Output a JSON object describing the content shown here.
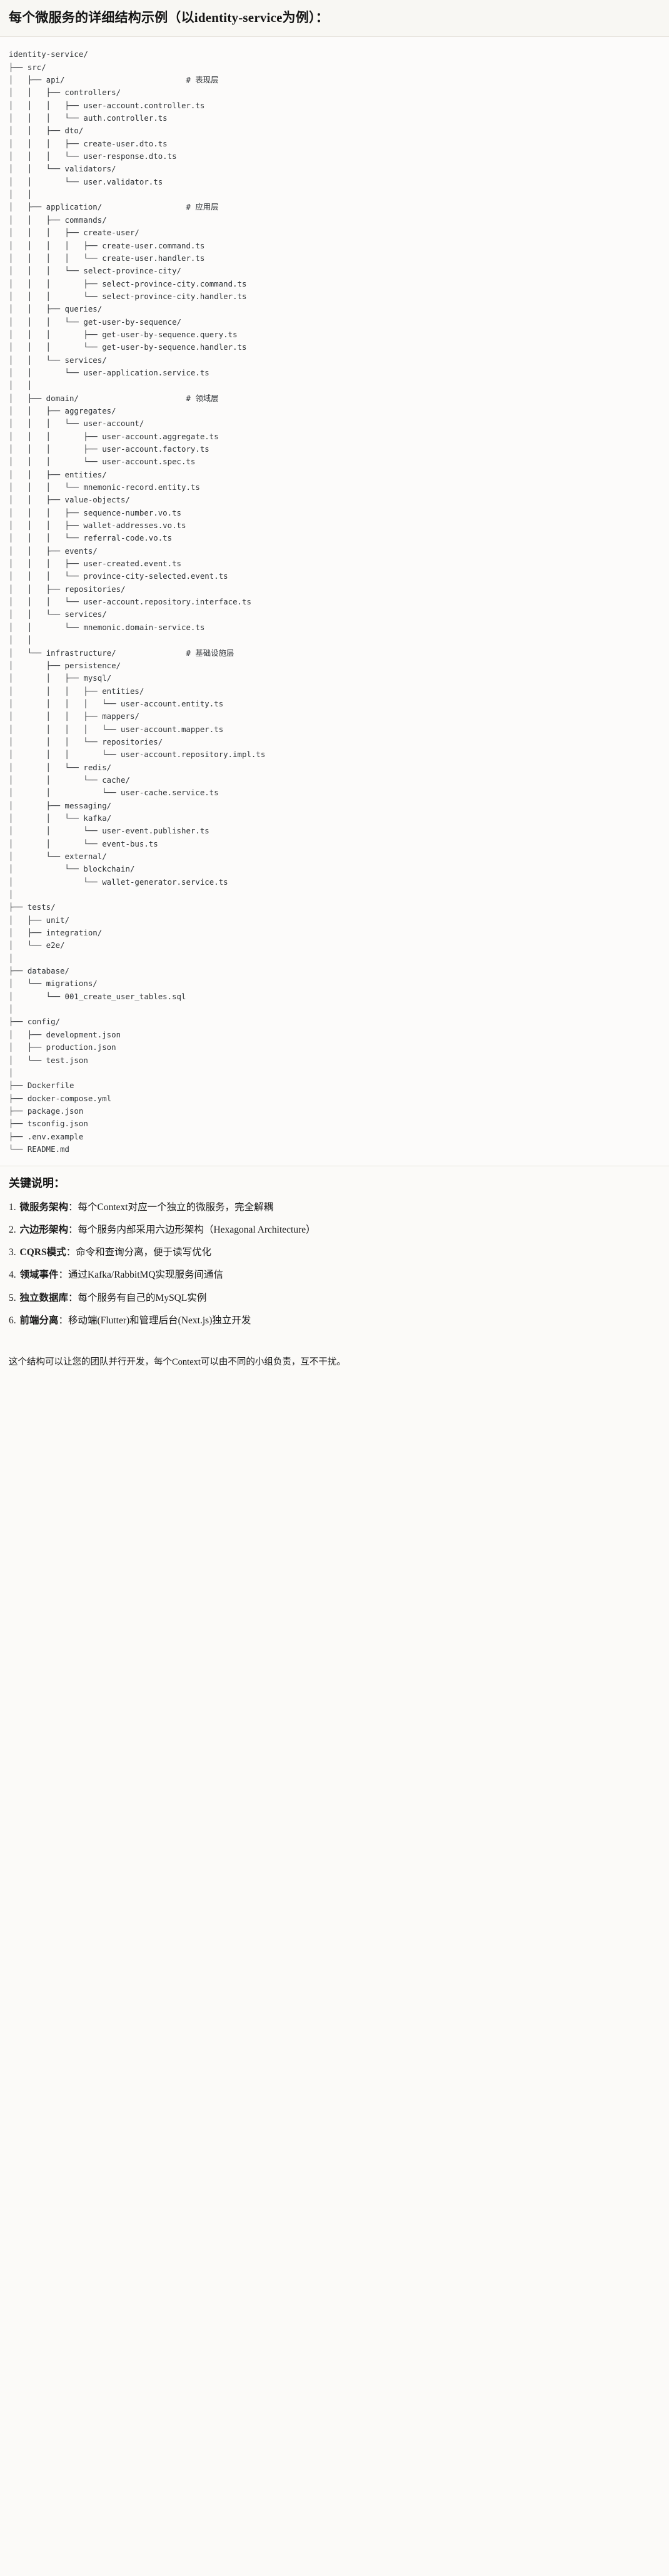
{
  "header": {
    "title": "每个微服务的详细结构示例（以identity-service为例）："
  },
  "tree": {
    "root": "identity-service/",
    "text": "identity-service/\n├── src/\n│   ├── api/                          # 表现层\n│   │   ├── controllers/\n│   │   │   ├── user-account.controller.ts\n│   │   │   └── auth.controller.ts\n│   │   ├── dto/\n│   │   │   ├── create-user.dto.ts\n│   │   │   └── user-response.dto.ts\n│   │   └── validators/\n│   │       └── user.validator.ts\n│   │\n│   ├── application/                  # 应用层\n│   │   ├── commands/\n│   │   │   ├── create-user/\n│   │   │   │   ├── create-user.command.ts\n│   │   │   │   └── create-user.handler.ts\n│   │   │   └── select-province-city/\n│   │   │       ├── select-province-city.command.ts\n│   │   │       └── select-province-city.handler.ts\n│   │   ├── queries/\n│   │   │   └── get-user-by-sequence/\n│   │   │       ├── get-user-by-sequence.query.ts\n│   │   │       └── get-user-by-sequence.handler.ts\n│   │   └── services/\n│   │       └── user-application.service.ts\n│   │\n│   ├── domain/                       # 领域层\n│   │   ├── aggregates/\n│   │   │   └── user-account/\n│   │   │       ├── user-account.aggregate.ts\n│   │   │       ├── user-account.factory.ts\n│   │   │       └── user-account.spec.ts\n│   │   ├── entities/\n│   │   │   └── mnemonic-record.entity.ts\n│   │   ├── value-objects/\n│   │   │   ├── sequence-number.vo.ts\n│   │   │   ├── wallet-addresses.vo.ts\n│   │   │   └── referral-code.vo.ts\n│   │   ├── events/\n│   │   │   ├── user-created.event.ts\n│   │   │   └── province-city-selected.event.ts\n│   │   ├── repositories/\n│   │   │   └── user-account.repository.interface.ts\n│   │   └── services/\n│   │       └── mnemonic.domain-service.ts\n│   │\n│   └── infrastructure/               # 基础设施层\n│       ├── persistence/\n│       │   ├── mysql/\n│       │   │   ├── entities/\n│       │   │   │   └── user-account.entity.ts\n│       │   │   ├── mappers/\n│       │   │   │   └── user-account.mapper.ts\n│       │   │   └── repositories/\n│       │   │       └── user-account.repository.impl.ts\n│       │   └── redis/\n│       │       └── cache/\n│       │           └── user-cache.service.ts\n│       ├── messaging/\n│       │   └── kafka/\n│       │       └── user-event.publisher.ts\n│       │       └── event-bus.ts\n│       └── external/\n│           └── blockchain/\n│               └── wallet-generator.service.ts\n│\n├── tests/\n│   ├── unit/\n│   ├── integration/\n│   └── e2e/\n│\n├── database/\n│   └── migrations/\n│       └── 001_create_user_tables.sql\n│\n├── config/\n│   ├── development.json\n│   ├── production.json\n│   └── test.json\n│\n├── Dockerfile\n├── docker-compose.yml\n├── package.json\n├── tsconfig.json\n├── .env.example\n└── README.md",
    "layer_comments": [
      "# 表现层",
      "# 应用层",
      "# 领域层",
      "# 基础设施层"
    ]
  },
  "notes": {
    "heading": "关键说明：",
    "items": [
      {
        "num": "1.",
        "term": "微服务架构",
        "sep": "：",
        "desc": "每个Context对应一个独立的微服务，完全解耦"
      },
      {
        "num": "2.",
        "term": "六边形架构",
        "sep": "：",
        "desc": "每个服务内部采用六边形架构（Hexagonal Architecture）"
      },
      {
        "num": "3.",
        "term": "CQRS模式",
        "sep": "：",
        "desc": "命令和查询分离，便于读写优化"
      },
      {
        "num": "4.",
        "term": "领域事件",
        "sep": "：",
        "desc": "通过Kafka/RabbitMQ实现服务间通信"
      },
      {
        "num": "5.",
        "term": "独立数据库",
        "sep": "：",
        "desc": "每个服务有自己的MySQL实例"
      },
      {
        "num": "6.",
        "term": "前端分离",
        "sep": "：",
        "desc": "移动端(Flutter)和管理后台(Next.js)独立开发"
      }
    ],
    "closing": "这个结构可以让您的团队并行开发，每个Context可以由不同的小组负责，互不干扰。"
  }
}
